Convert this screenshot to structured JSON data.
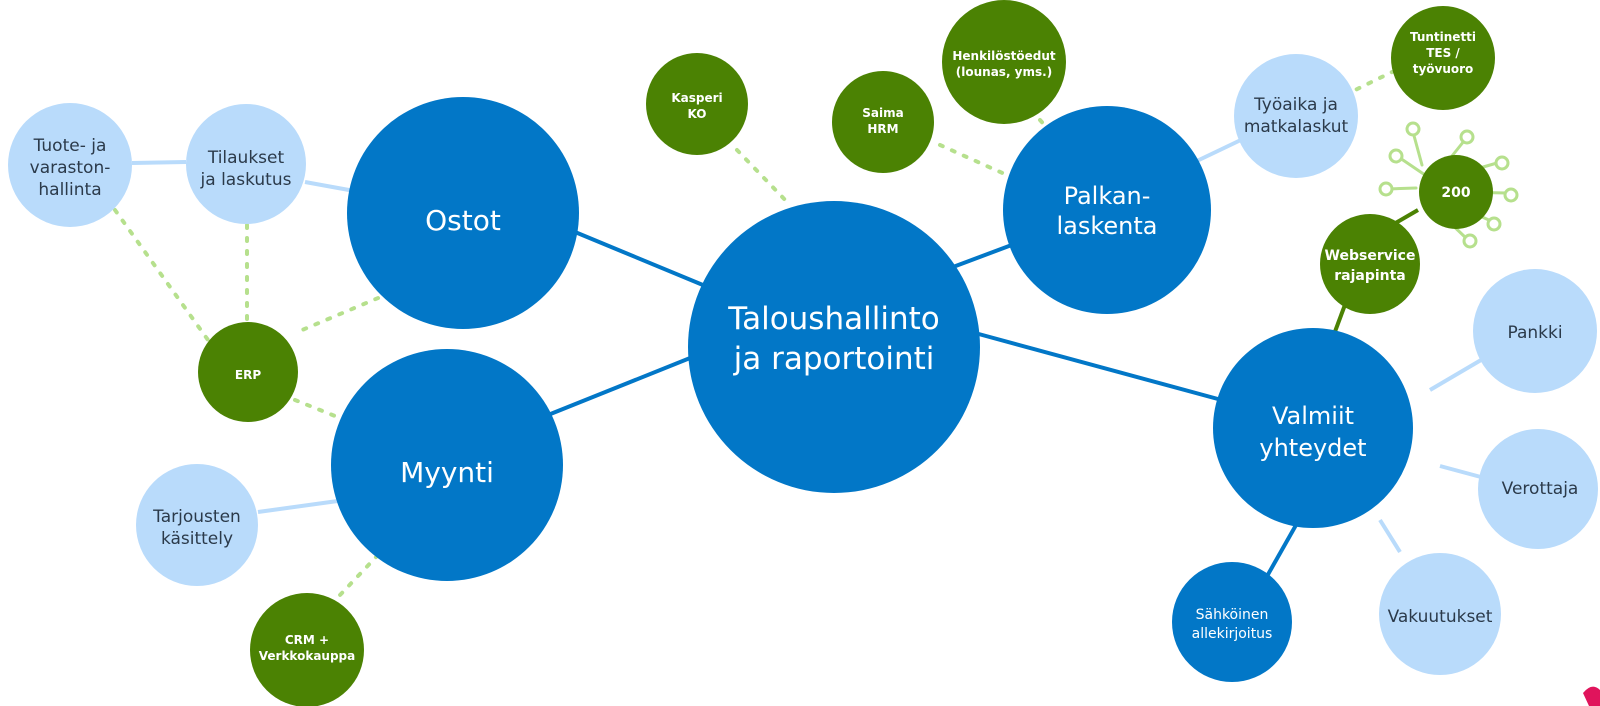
{
  "colors": {
    "main_blue": "#0277c7",
    "light_blue": "#b9dbfb",
    "green": "#4b8203",
    "dotted_green": "#b6e08d",
    "brand_pink": "#e0145c"
  },
  "nodes": {
    "center": [
      "Taloushallinto",
      "ja raportointi"
    ],
    "ostot": [
      "Ostot"
    ],
    "myynti": [
      "Myynti"
    ],
    "palkanlaskenta": [
      "Palkan-",
      "laskenta"
    ],
    "valmiit": [
      "Valmiit",
      "yhteydet"
    ],
    "tuote": [
      "Tuote- ja",
      "varaston-",
      "hallinta"
    ],
    "tilaukset": [
      "Tilaukset",
      "ja laskutus"
    ],
    "tarjousten": [
      "Tarjousten",
      "käsittely"
    ],
    "tyoaika": [
      "Työaika ja",
      "matkalaskut"
    ],
    "pankki": [
      "Pankki"
    ],
    "verottaja": [
      "Verottaja"
    ],
    "vakuutukset": [
      "Vakuutukset"
    ],
    "sahkoinen": [
      "Sähköinen",
      "allekirjoitus"
    ],
    "erp": [
      "ERP"
    ],
    "crm": [
      "CRM +",
      "Verkkokauppa"
    ],
    "kasperi": [
      "Kasperi",
      "KO"
    ],
    "saima": [
      "Saima",
      "HRM"
    ],
    "henkilosto": [
      "Henkilöstöedut",
      "(lounas, yms.)"
    ],
    "tuntinetti": [
      "Tuntinetti",
      "TES /",
      "työvuoro"
    ],
    "webservice": [
      "Webservice",
      "rajapinta"
    ],
    "count200": [
      "200"
    ]
  }
}
